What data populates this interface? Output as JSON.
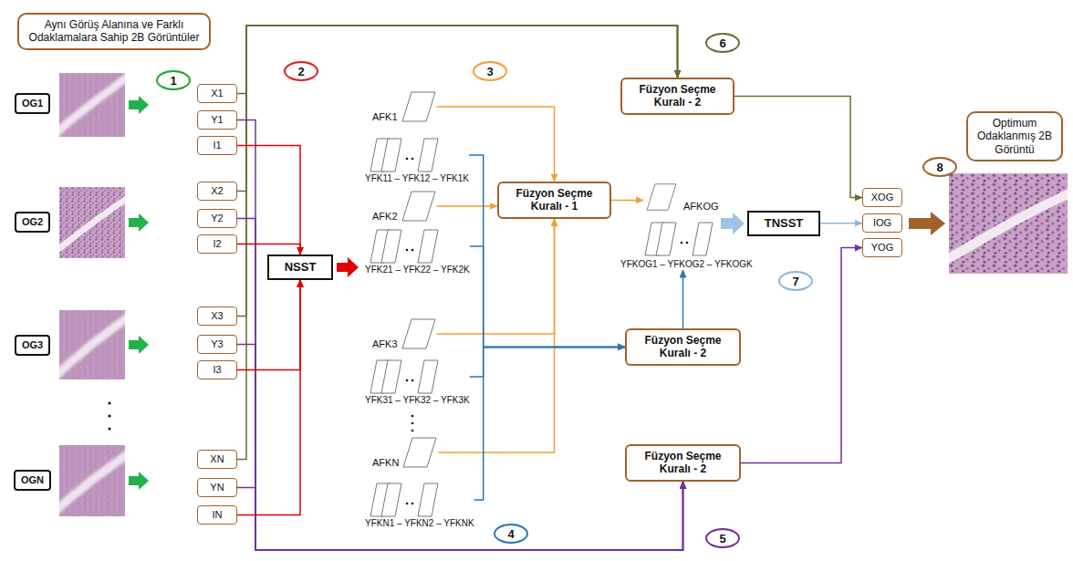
{
  "diagram": {
    "nodes": [
      {
        "text": [
          "Aynı Görüş Alanına ve Farklı Odaklamalara Sahip 2B Görüntüler"
        ]
      },
      {
        "text": [
          "1"
        ]
      },
      {
        "text": [
          "2"
        ]
      },
      {
        "text": [
          "3"
        ]
      },
      {
        "text": [
          "6"
        ]
      },
      {
        "text": [
          "8"
        ]
      },
      {
        "text": [
          "Optimum Odaklanmış 2B Görüntü"
        ]
      },
      {
        "text": [
          "OG1"
        ]
      },
      {
        "text": [
          "X1"
        ]
      },
      {
        "text": [
          "Y1"
        ]
      },
      {
        "text": [
          "I1"
        ]
      },
      {
        "text": [
          "OG2"
        ]
      },
      {
        "text": [
          "X2"
        ]
      },
      {
        "text": [
          "Y2"
        ]
      },
      {
        "text": [
          "I2"
        ]
      },
      {
        "text": [
          "OG3"
        ]
      },
      {
        "text": [
          "X3"
        ]
      },
      {
        "text": [
          "Y3"
        ]
      },
      {
        "text": [
          "I3"
        ]
      },
      {
        "text": [
          "OGN"
        ]
      },
      {
        "text": [
          "XN"
        ]
      },
      {
        "text": [
          "YN"
        ]
      },
      {
        "text": [
          "IN"
        ]
      },
      {
        "text": [
          "NSST"
        ]
      },
      {
        "text": [
          "AFK1"
        ]
      },
      {
        "text": [
          "YFK11 – YFK12 – YFK1K"
        ]
      },
      {
        "text": [
          "AFK2"
        ]
      },
      {
        "text": [
          "YFK21 – YFK22 – YFK2K"
        ]
      },
      {
        "text": [
          "AFK3"
        ]
      },
      {
        "text": [
          "YFK31 – YFK32 – YFK3K"
        ]
      },
      {
        "text": [
          "AFKN"
        ]
      },
      {
        "text": [
          "YFKN1 – YFKN2 – YFKNK"
        ]
      },
      {
        "text": [
          "Füzyon Seçme Kuralı - 1"
        ]
      },
      {
        "text": [
          "Füzyon Seçme Kuralı - 2"
        ]
      },
      {
        "text": [
          "Füzyon Seçme Kuralı - 2"
        ]
      },
      {
        "text": [
          "Füzyon Seçme Kuralı - 2"
        ]
      },
      {
        "text": [
          "AFKOG"
        ]
      },
      {
        "text": [
          "YFKOG1 – YFKOG2 – YFKOGK"
        ]
      },
      {
        "text": [
          "TNSST"
        ]
      },
      {
        "text": [
          "XOG"
        ]
      },
      {
        "text": [
          "IOG"
        ]
      },
      {
        "text": [
          "YOG"
        ]
      },
      {
        "text": [
          "7"
        ]
      },
      {
        "text": [
          "4"
        ]
      },
      {
        "text": [
          "5"
        ]
      }
    ],
    "edges": [
      {
        "from": 8,
        "to": 33,
        "arrow": "to"
      },
      {
        "from": 12,
        "to": 33,
        "arrow": "to"
      },
      {
        "from": 16,
        "to": 33,
        "arrow": "to"
      },
      {
        "from": 20,
        "to": 33,
        "arrow": "to"
      },
      {
        "from": 9,
        "to": 35,
        "arrow": "to"
      },
      {
        "from": 13,
        "to": 35,
        "arrow": "to"
      },
      {
        "from": 17,
        "to": 35,
        "arrow": "to"
      },
      {
        "from": 21,
        "to": 35,
        "arrow": "to"
      },
      {
        "from": 10,
        "to": 23,
        "arrow": "to"
      },
      {
        "from": 14,
        "to": 23,
        "arrow": "to"
      },
      {
        "from": 18,
        "to": 23,
        "arrow": "to"
      },
      {
        "from": 22,
        "to": 23,
        "arrow": "to"
      },
      {
        "from": 24,
        "to": 32,
        "arrow": "to"
      },
      {
        "from": 26,
        "to": 32,
        "arrow": "to"
      },
      {
        "from": 28,
        "to": 32,
        "arrow": "to"
      },
      {
        "from": 30,
        "to": 32,
        "arrow": "to"
      },
      {
        "from": 25,
        "to": 34,
        "arrow": "to"
      },
      {
        "from": 27,
        "to": 34,
        "arrow": "to"
      },
      {
        "from": 29,
        "to": 34,
        "arrow": "to"
      },
      {
        "from": 31,
        "to": 34,
        "arrow": "to"
      },
      {
        "from": 32,
        "to": 36,
        "arrow": "to"
      },
      {
        "from": 34,
        "to": 37,
        "arrow": "to"
      },
      {
        "from": 38,
        "to": 40,
        "arrow": "to"
      },
      {
        "from": 33,
        "to": 39,
        "arrow": "to"
      },
      {
        "from": 35,
        "to": 41,
        "arrow": "to"
      }
    ]
  }
}
